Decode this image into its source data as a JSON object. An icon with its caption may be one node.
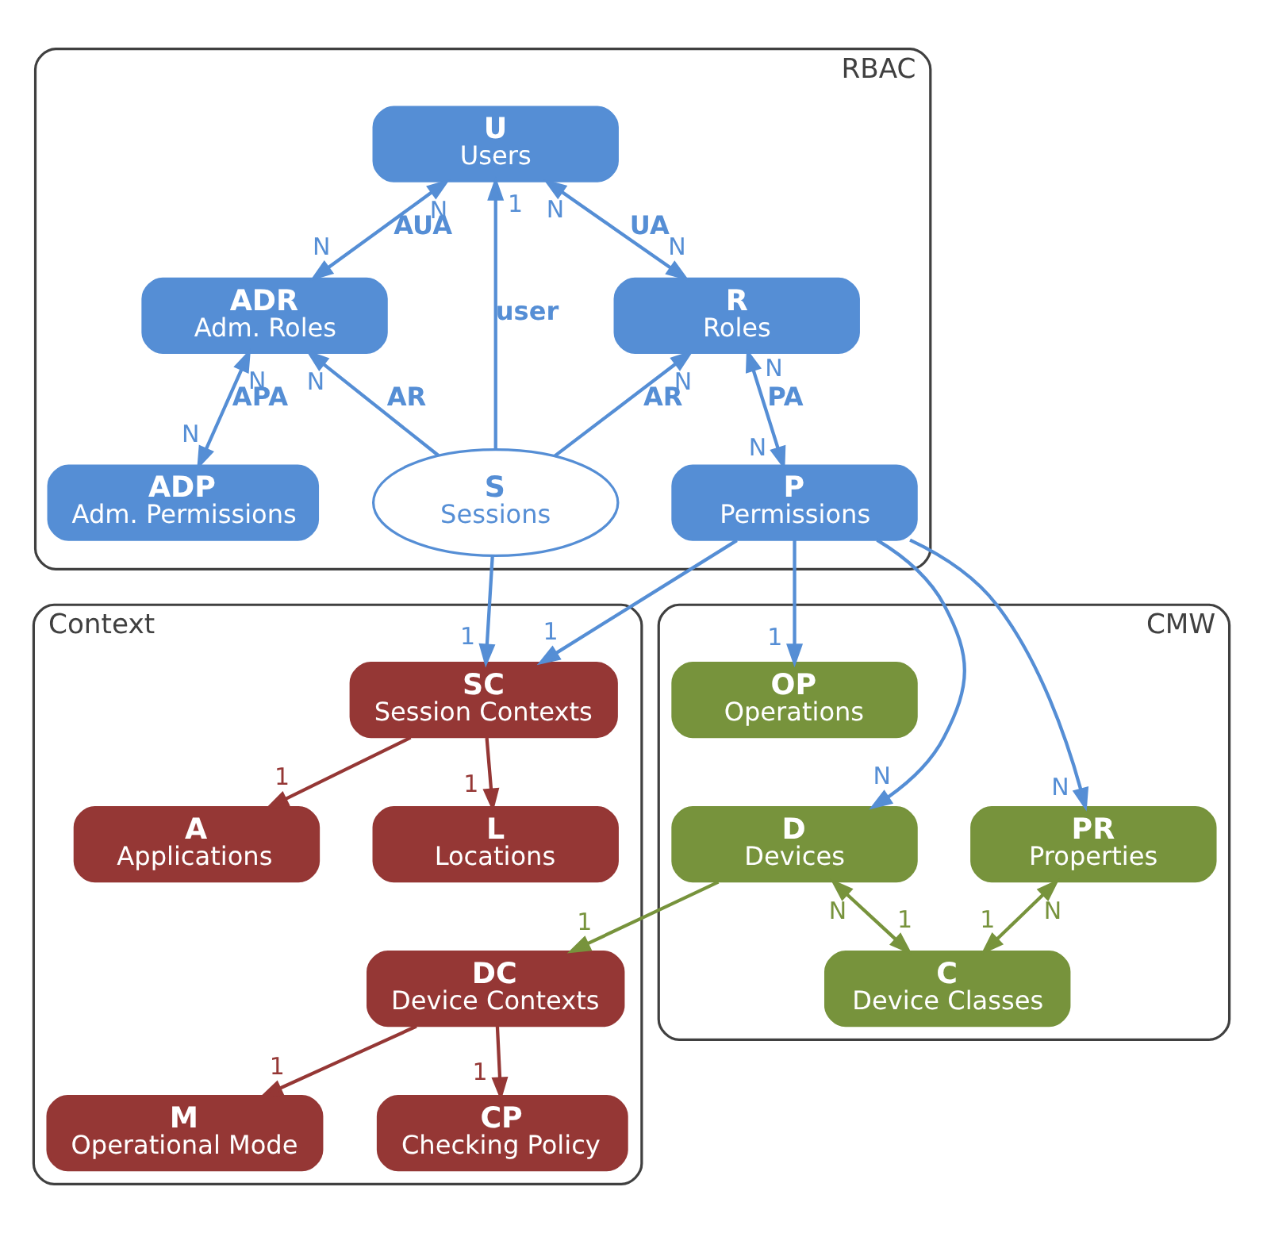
{
  "diagram": {
    "nodes": [
      {
        "text": [
          "RBAC"
        ]
      },
      {
        "text": [
          "U",
          "Users"
        ],
        "in": 0
      },
      {
        "text": [
          "ADR",
          "Adm. Roles"
        ],
        "in": 0
      },
      {
        "text": [
          "R",
          "Roles"
        ],
        "in": 0
      },
      {
        "text": [
          "ADP",
          "Adm. Permissions"
        ],
        "in": 0
      },
      {
        "text": [
          "S",
          "Sessions"
        ],
        "in": 0
      },
      {
        "text": [
          "P",
          "Permissions"
        ],
        "in": 0
      },
      {
        "text": [
          "Context"
        ]
      },
      {
        "text": [
          "SC",
          "Session Contexts"
        ],
        "in": 7
      },
      {
        "text": [
          "A",
          "Applications"
        ],
        "in": 7
      },
      {
        "text": [
          "L",
          "Locations"
        ],
        "in": 7
      },
      {
        "text": [
          "DC",
          "Device Contexts"
        ],
        "in": 7
      },
      {
        "text": [
          "M",
          "Operational Mode"
        ],
        "in": 7
      },
      {
        "text": [
          "CP",
          "Checking Policy"
        ],
        "in": 7
      },
      {
        "text": [
          "CMW"
        ]
      },
      {
        "text": [
          "OP",
          "Operations"
        ],
        "in": 14
      },
      {
        "text": [
          "PR",
          "Properties"
        ],
        "in": 14
      },
      {
        "text": [
          "D",
          "Devices"
        ],
        "in": 14
      },
      {
        "text": [
          "C",
          "Device Classes"
        ],
        "in": 14
      }
    ],
    "edges": [
      {
        "from": 2,
        "to": 1,
        "arrow": "both",
        "label": "AUA"
      },
      {
        "from": 1,
        "to": 3,
        "arrow": "both",
        "label": "UA"
      },
      {
        "from": 2,
        "to": 4,
        "arrow": "both",
        "label": "APA"
      },
      {
        "from": 3,
        "to": 6,
        "arrow": "both",
        "label": "PA"
      },
      {
        "from": 5,
        "to": 2,
        "arrow": "to",
        "label": "AR"
      },
      {
        "from": 5,
        "to": 1,
        "arrow": "to",
        "label": "user"
      },
      {
        "from": 5,
        "to": 3,
        "arrow": "to",
        "label": "AR"
      },
      {
        "from": 5,
        "to": 8,
        "arrow": "to"
      },
      {
        "from": 6,
        "to": 8,
        "arrow": "to"
      },
      {
        "from": 6,
        "to": 15,
        "arrow": "to"
      },
      {
        "from": 6,
        "to": 17,
        "arrow": "to"
      },
      {
        "from": 6,
        "to": 16,
        "arrow": "to"
      },
      {
        "from": 8,
        "to": 9,
        "arrow": "to",
        "color": "#953735"
      },
      {
        "from": 8,
        "to": 10,
        "arrow": "to",
        "color": "#953735"
      },
      {
        "from": 17,
        "to": 11,
        "arrow": "to",
        "color": "#77933c"
      },
      {
        "from": 11,
        "to": 12,
        "arrow": "to",
        "color": "#953735"
      },
      {
        "from": 11,
        "to": 13,
        "arrow": "to",
        "color": "#953735"
      },
      {
        "from": 17,
        "to": 18,
        "arrow": "both",
        "color": "#77933c"
      },
      {
        "from": 16,
        "to": 18,
        "arrow": "both",
        "color": "#77933c"
      }
    ],
    "labels": [
      "N",
      "N",
      "N",
      "N",
      "N",
      "N",
      "N",
      "N",
      "N",
      "1",
      "N",
      "1",
      "1",
      "1",
      "N",
      "N",
      "1",
      "1",
      "1",
      "1",
      "1",
      "N",
      "1",
      "N",
      "1"
    ]
  }
}
